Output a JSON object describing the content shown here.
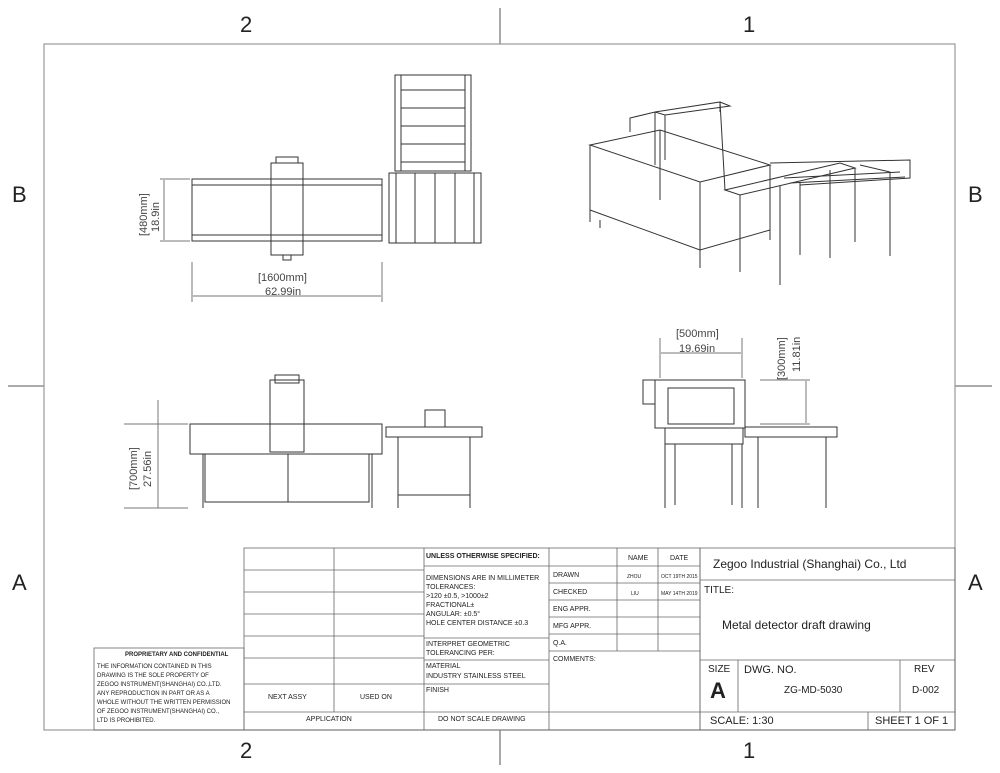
{
  "zones": {
    "top_left": "2",
    "top_right": "1",
    "bottom_left": "2",
    "bottom_right": "1",
    "left_top": "B",
    "left_bottom": "A",
    "right_top": "B",
    "right_bottom": "A"
  },
  "dims": {
    "top_h_mm": "[480mm]",
    "top_h_in": "18.9in",
    "top_w_mm": "[1600mm]",
    "top_w_in": "62.99in",
    "iso_w_mm": "[500mm]",
    "iso_w_in": "19.69in",
    "iso_h_mm": "[300mm]",
    "iso_h_in": "11.81in",
    "front_h_mm": "[700mm]",
    "front_h_in": "27.56in"
  },
  "proprietary": {
    "title": "PROPRIETARY AND CONFIDENTIAL",
    "lines": [
      "THE INFORMATION CONTAINED IN THIS",
      "DRAWING IS THE SOLE PROPERTY OF",
      "ZEGOO INSTRUMENT(SHANGHAI) CO.,LTD.",
      "ANY REPRODUCTION IN PART OR AS A",
      "WHOLE  WITHOUT THE WRITTEN PERMISSION",
      "OF ZEGOO INSTRUMENT(SHANGHAI) CO.,",
      "LTD IS PROHIBITED."
    ]
  },
  "block": {
    "next_assy": "NEXT ASSY",
    "used_on": "USED ON",
    "application": "APPLICATION",
    "unless": "UNLESS OTHERWISE SPECIFIED:",
    "tol_lines": [
      "DIMENSIONS ARE IN MILLIMETER",
      "TOLERANCES:",
      "  >120 ±0.5, >1000±2",
      "FRACTIONAL±",
      "ANGULAR: ±0.5°",
      "HOLE CENTER DISTANCE ±0.3"
    ],
    "interpret": "INTERPRET GEOMETRIC",
    "tolerancing": "TOLERANCING PER:",
    "material_label": "MATERIAL",
    "material": "INDUSTRY STAINLESS STEEL",
    "finish": "FINISH",
    "do_not_scale": "DO NOT SCALE DRAWING",
    "name_hdr": "NAME",
    "date_hdr": "DATE",
    "drawn": "DRAWN",
    "drawn_name": "ZHOU",
    "drawn_date": "OCT 19TH 2015",
    "checked": "CHECKED",
    "checked_name": "LIU",
    "checked_date": "MAY 14TH 2019",
    "eng": "ENG APPR.",
    "mfg": "MFG APPR.",
    "qa": "Q.A.",
    "comments": "COMMENTS:",
    "company": "Zegoo Industrial (Shanghai) Co., Ltd",
    "title_label": "TITLE:",
    "title": "Metal detector draft drawing",
    "size_label": "SIZE",
    "size": "A",
    "dwg_label": "DWG.  NO.",
    "dwg": "ZG-MD-5030",
    "rev_label": "REV",
    "rev": "D-002",
    "scale": "SCALE: 1:30",
    "sheet": "SHEET 1 OF 1"
  }
}
